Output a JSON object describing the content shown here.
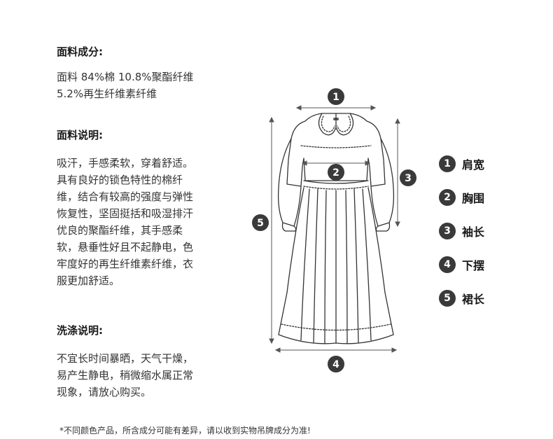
{
  "fabric": {
    "heading": "面料成分:",
    "lines": [
      "面料 84%棉 10.8%聚酯纤维",
      "5.2%再生纤维素纤维"
    ]
  },
  "fabric_desc": {
    "heading": "面料说明:",
    "lines": [
      "吸汗，手感柔软，穿着舒适。",
      "具有良好的锁色特性的棉纤",
      "维，结合有较高的强度与弹性",
      "恢复性，坚固挺括和吸湿排汗",
      "优良的聚酯纤维，其手感柔",
      "软，悬垂性好且不起静电，色",
      "牢度好的再生纤维素纤维，衣",
      "服更加舒适。"
    ]
  },
  "washing": {
    "heading": "洗涤说明:",
    "lines": [
      "不宜长时间暴晒，天气干燥，",
      "易产生静电，稍微缩水属正常",
      "现象，请放心购买。"
    ]
  },
  "footnote": "*不同颜色产品，所含成分可能有差异，请以收到实物吊牌成分为准!",
  "diagram": {
    "markers": [
      "1",
      "2",
      "3",
      "4",
      "5"
    ],
    "line_color": "#555555",
    "badge_color": "#3a3a3a"
  },
  "legend": [
    {
      "num": "1",
      "label": "肩宽"
    },
    {
      "num": "2",
      "label": "胸围"
    },
    {
      "num": "3",
      "label": "袖长"
    },
    {
      "num": "4",
      "label": "下摆"
    },
    {
      "num": "5",
      "label": "裙长"
    }
  ]
}
